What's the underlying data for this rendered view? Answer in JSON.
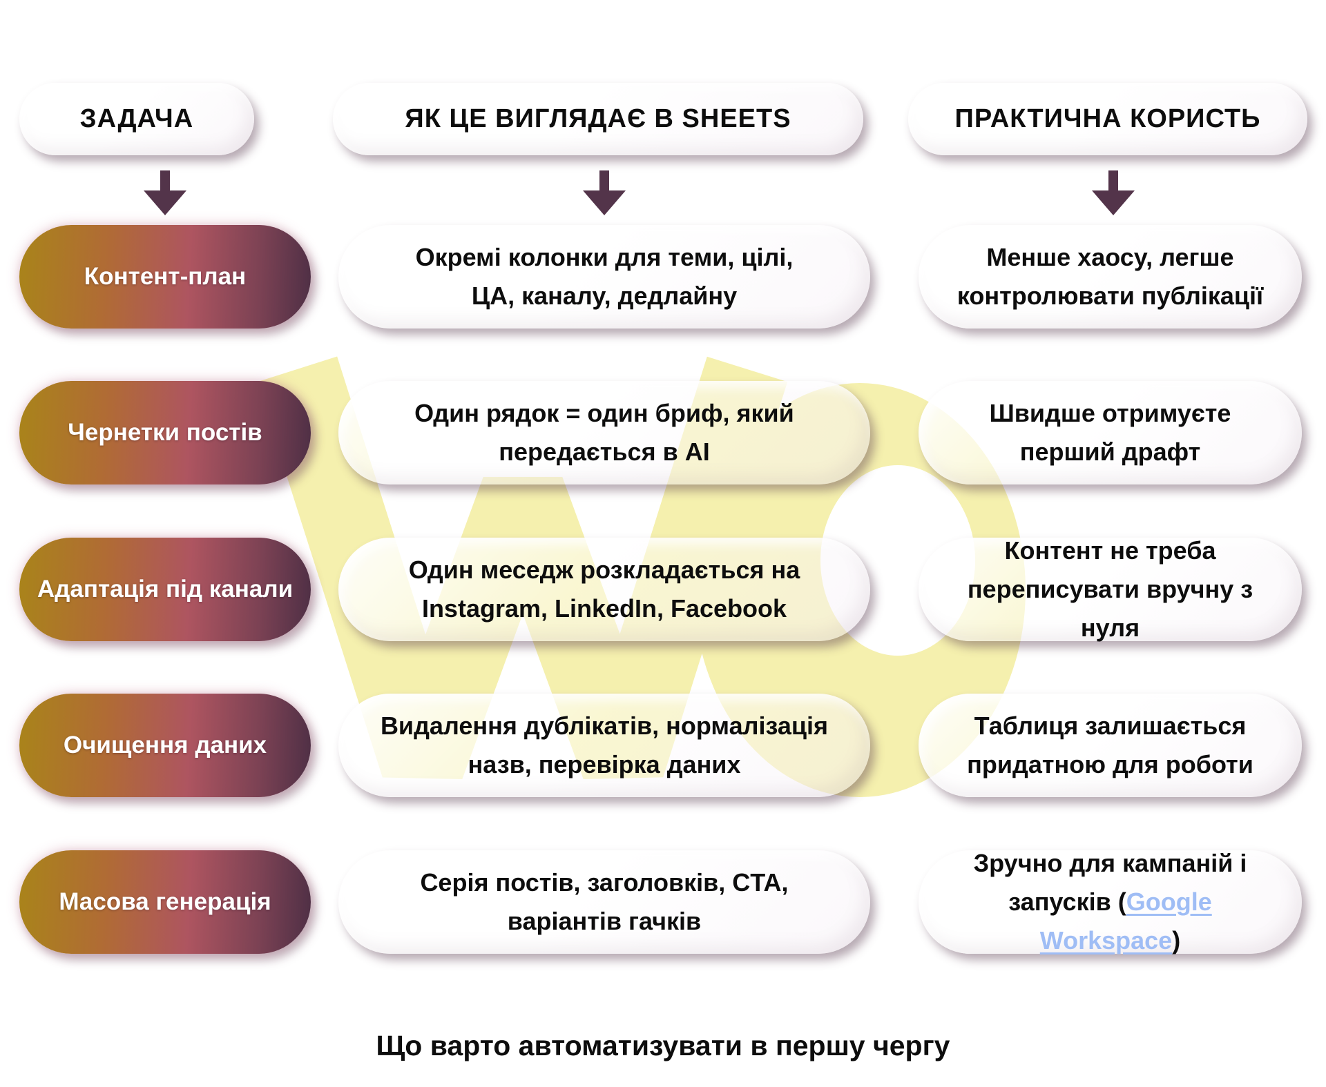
{
  "headers": {
    "task": "ЗАДАЧА",
    "sheets": "ЯК ЦЕ ВИГЛЯДАЄ В SHEETS",
    "benefit": "ПРАКТИЧНА КОРИСТЬ"
  },
  "rows": [
    {
      "task": "Контент-план",
      "sheets": "Окремі колонки для теми, цілі,\nЦА, каналу, дедлайну",
      "benefit_prefix": "Менше хаосу, легше\nконтролювати публікації"
    },
    {
      "task": "Чернетки постів",
      "sheets": "Один рядок = один бриф, який\nпередається в AI",
      "benefit_prefix": "Швидше отримуєте\nперший драфт"
    },
    {
      "task": "Адаптація під канали",
      "sheets": "Один меседж розкладається на\nInstagram, LinkedIn, Facebook",
      "benefit_prefix": "Контент не треба\nпереписувати вручну з нуля"
    },
    {
      "task": "Очищення даних",
      "sheets": "Видалення дублікатів, нормалізація\nназв, перевірка даних",
      "benefit_prefix": "Таблиця залишається\nпридатною для роботи"
    },
    {
      "task": "Масова генерація",
      "sheets": "Серія постів, заголовків, CTA,\nваріантів гачків",
      "benefit_prefix": "Зручно для кампаній і\nзапусків (",
      "benefit_link": "Google Workspace",
      "benefit_suffix": ")"
    }
  ],
  "caption": "Що варто автоматизувати в першу чергу",
  "colors": {
    "accent_gradient_start": "#a9841a",
    "accent_gradient_mid": "#ae5560",
    "accent_gradient_end": "#4e2f45",
    "arrow": "#53344a",
    "link": "#9fbdf5",
    "watermark": "#f5f0ae",
    "shadow": "#53344a"
  }
}
